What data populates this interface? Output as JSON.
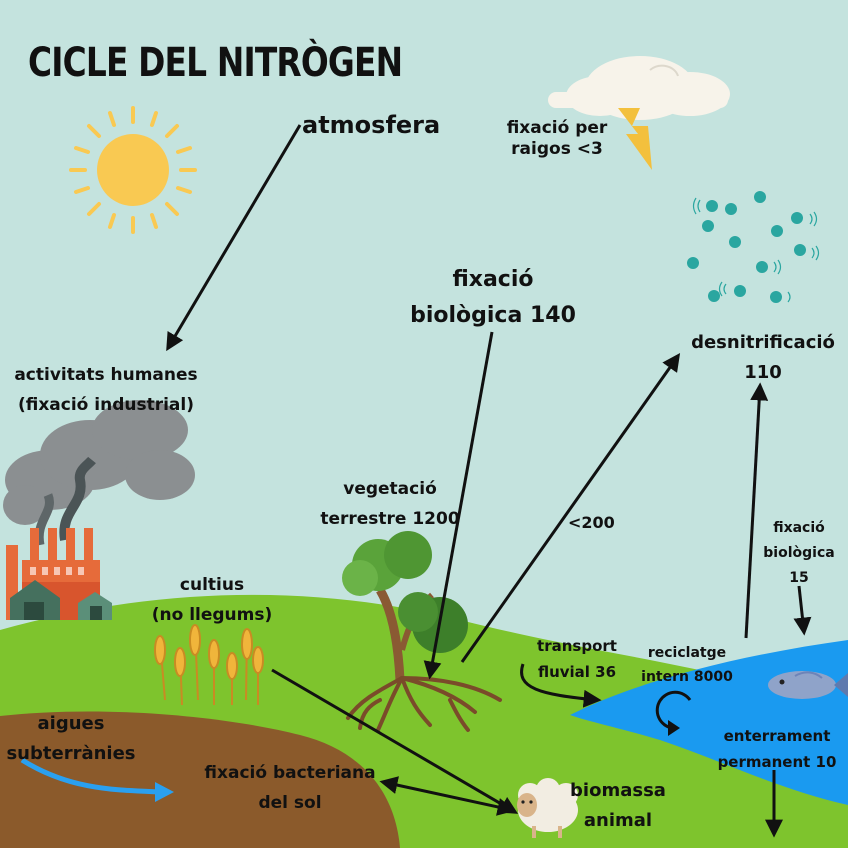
{
  "title": "CICLE DEL NITRÒGEN",
  "labels": {
    "atmosfera": "atmosfera",
    "lightning_fixation_line1": "fixació per",
    "lightning_fixation_line2": "raigos <3",
    "biological_fixation_line1": "fixació",
    "biological_fixation_line2": "biològica 140",
    "denitrification_line1": "desnitrificació",
    "denitrification_line2": "110",
    "human_activities_line1": "activitats humanes",
    "human_activities_line2": "(fixació industrial)",
    "terrestrial_vegetation_line1": "vegetació",
    "terrestrial_vegetation_line2": "terrestre 1200",
    "flux_200": "<200",
    "ocean_fixation_line1": "fixació",
    "ocean_fixation_line2": "biològica",
    "ocean_fixation_line3": "15",
    "crops_line1": "cultius",
    "crops_line2": "(no llegums)",
    "river_transport_line1": "transport",
    "river_transport_line2": "fluvial 36",
    "internal_recycling_line1": "reciclatge",
    "internal_recycling_line2": "intern 8000",
    "groundwater_line1": "aigues",
    "groundwater_line2": "subterrànies",
    "soil_fixation_line1": "fixació bacteriana",
    "soil_fixation_line2": "del sol",
    "animal_biomass_line1": "biomassa",
    "animal_biomass_line2": "animal",
    "burial_line1": "enterrament",
    "burial_line2": "permanent 10"
  },
  "colors": {
    "sky": "#c4e3de",
    "land": "#7ec42d",
    "ocean": "#1a9af0",
    "soil": "#8b5a2b",
    "sun": "#f9c952",
    "cloud": "#f7f3ea",
    "smoke": "#8b8f91",
    "factory": "#e66b3a",
    "molecule": "#2aa6a0",
    "arrow": "#111111"
  },
  "icons": [
    "sun-icon",
    "storm-cloud-icon",
    "lightning-icon",
    "nitrogen-molecules-icon",
    "factory-icon",
    "smoke-icon",
    "wheat-icon",
    "tree-icon",
    "roots-icon",
    "sheep-icon",
    "fish-icon",
    "groundwater-flow-icon",
    "recycling-loop-icon"
  ]
}
